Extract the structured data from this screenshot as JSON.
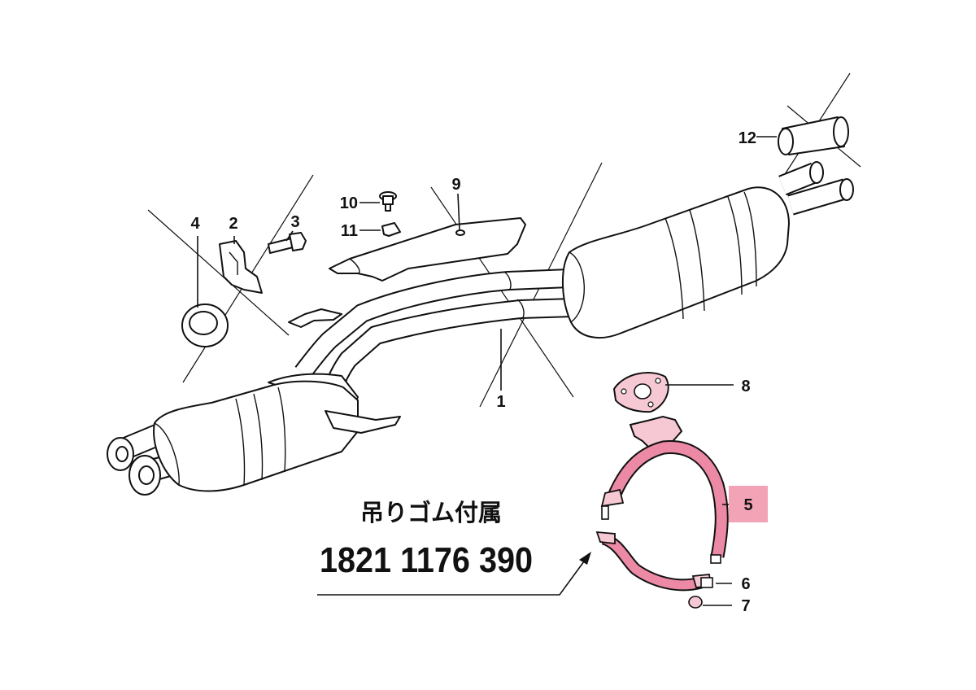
{
  "labels": {
    "l1": "1",
    "l2": "2",
    "l3": "3",
    "l4": "4",
    "l5": "5",
    "l6": "6",
    "l7": "7",
    "l8": "8",
    "l9": "9",
    "l10": "10",
    "l11": "11",
    "l12": "12"
  },
  "note": {
    "caption": "吊りゴム付属",
    "part_number": "1821 1176 390"
  },
  "colors": {
    "highlight_box": "#f2a3b5",
    "strap": "#ec8aa5",
    "strap_light": "#f6c8d3"
  }
}
